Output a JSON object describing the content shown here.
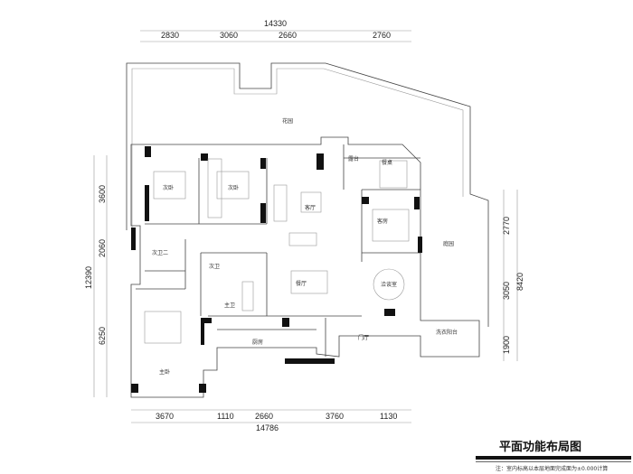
{
  "dimensions": {
    "top_total": "14330",
    "top": [
      "2830",
      "3060",
      "2660",
      "2760"
    ],
    "left_total": "12390",
    "left": [
      "3600",
      "2060",
      "6250"
    ],
    "right_total": "8420",
    "right": [
      "2770",
      "3050",
      "1900"
    ],
    "bottom_total": "14786",
    "bottom": [
      "3670",
      "1110",
      "2660",
      "3760",
      "1130"
    ]
  },
  "rooms": {
    "garden": "花园",
    "bedroom_2a": "次卧",
    "bedroom_2b": "次卧",
    "living": "客厅",
    "terrace": "露台",
    "dining_table": "餐桌",
    "guest_room": "客房",
    "bath_2": "次卫二",
    "bath_1": "次卫",
    "master_bath": "主卫",
    "dining": "餐厅",
    "lounge": "洽谈室",
    "master_bedroom": "主卧",
    "kitchen": "厨房",
    "foyer": "门厅",
    "laundry_balcony": "洗衣阳台",
    "courtyard": "庭园"
  },
  "title": "平面功能布局图",
  "note": "注：室内标高以本层地面完成面为±0.000计算"
}
